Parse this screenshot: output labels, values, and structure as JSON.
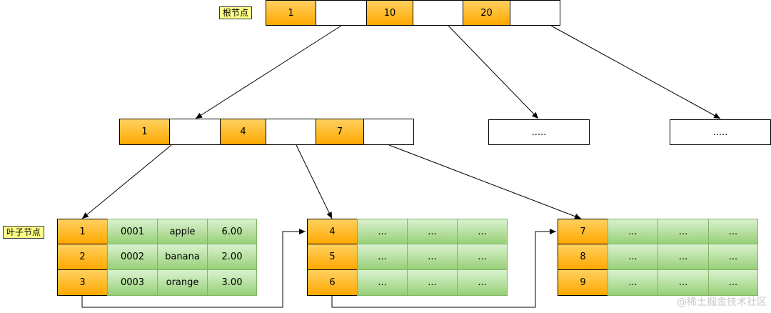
{
  "labels": {
    "root": "根节点",
    "leaf": "叶子节点",
    "watermark": "@稀土掘金技术社区"
  },
  "root": {
    "keys": [
      "1",
      "10",
      "20"
    ]
  },
  "internal": {
    "keys": [
      "1",
      "4",
      "7"
    ],
    "collapsed": [
      ".....",
      "....."
    ]
  },
  "leaves": [
    {
      "rows": [
        {
          "key": "1",
          "cols": [
            "0001",
            "apple",
            "6.00"
          ]
        },
        {
          "key": "2",
          "cols": [
            "0002",
            "banana",
            "2.00"
          ]
        },
        {
          "key": "3",
          "cols": [
            "0003",
            "orange",
            "3.00"
          ]
        }
      ]
    },
    {
      "rows": [
        {
          "key": "4",
          "cols": [
            "...",
            "...",
            "..."
          ]
        },
        {
          "key": "5",
          "cols": [
            "...",
            "...",
            "..."
          ]
        },
        {
          "key": "6",
          "cols": [
            "...",
            "...",
            "..."
          ]
        }
      ]
    },
    {
      "rows": [
        {
          "key": "7",
          "cols": [
            "...",
            "...",
            "..."
          ]
        },
        {
          "key": "8",
          "cols": [
            "...",
            "...",
            "..."
          ]
        },
        {
          "key": "9",
          "cols": [
            "...",
            "...",
            "..."
          ]
        }
      ]
    }
  ],
  "colors": {
    "key_fill": "#ffa800",
    "data_fill": "#97d077",
    "tag_fill": "#ffff88"
  }
}
